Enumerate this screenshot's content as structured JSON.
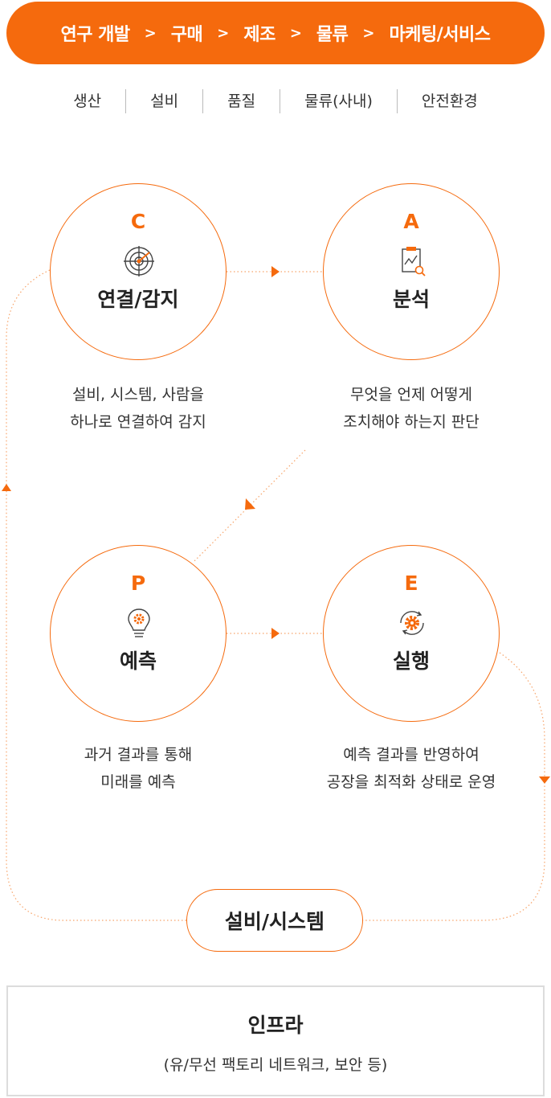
{
  "chain": {
    "items": [
      "연구 개발",
      "구매",
      "제조",
      "물류",
      "마케팅/서비스"
    ],
    "separator": ">"
  },
  "sub_categories": [
    "생산",
    "설비",
    "품질",
    "물류(사내)",
    "안전환경"
  ],
  "steps": [
    {
      "letter": "C",
      "title": "연결/감지",
      "icon": "target-radar-icon",
      "desc": [
        "설비, 시스템, 사람을",
        "하나로 연결하여 감지"
      ]
    },
    {
      "letter": "A",
      "title": "분석",
      "icon": "clipboard-chart-icon",
      "desc": [
        "무엇을 언제 어떻게",
        "조치해야 하는지 판단"
      ]
    },
    {
      "letter": "P",
      "title": "예측",
      "icon": "lightbulb-gear-icon",
      "desc": [
        "과거 결과를 통해",
        "미래를 예측"
      ]
    },
    {
      "letter": "E",
      "title": "실행",
      "icon": "gear-cycle-icon",
      "desc": [
        "예측 결과를 반영하여",
        "공장을 최적화 상태로 운영"
      ]
    }
  ],
  "system_label": "설비/시스템",
  "infra": {
    "title": "인프라",
    "subtitle": "(유/무선 팩토리 네트워크, 보안 등)"
  },
  "colors": {
    "accent": "#f56a0d",
    "line_dotted": "#f7a46a",
    "box_border": "#dcdcdc"
  }
}
